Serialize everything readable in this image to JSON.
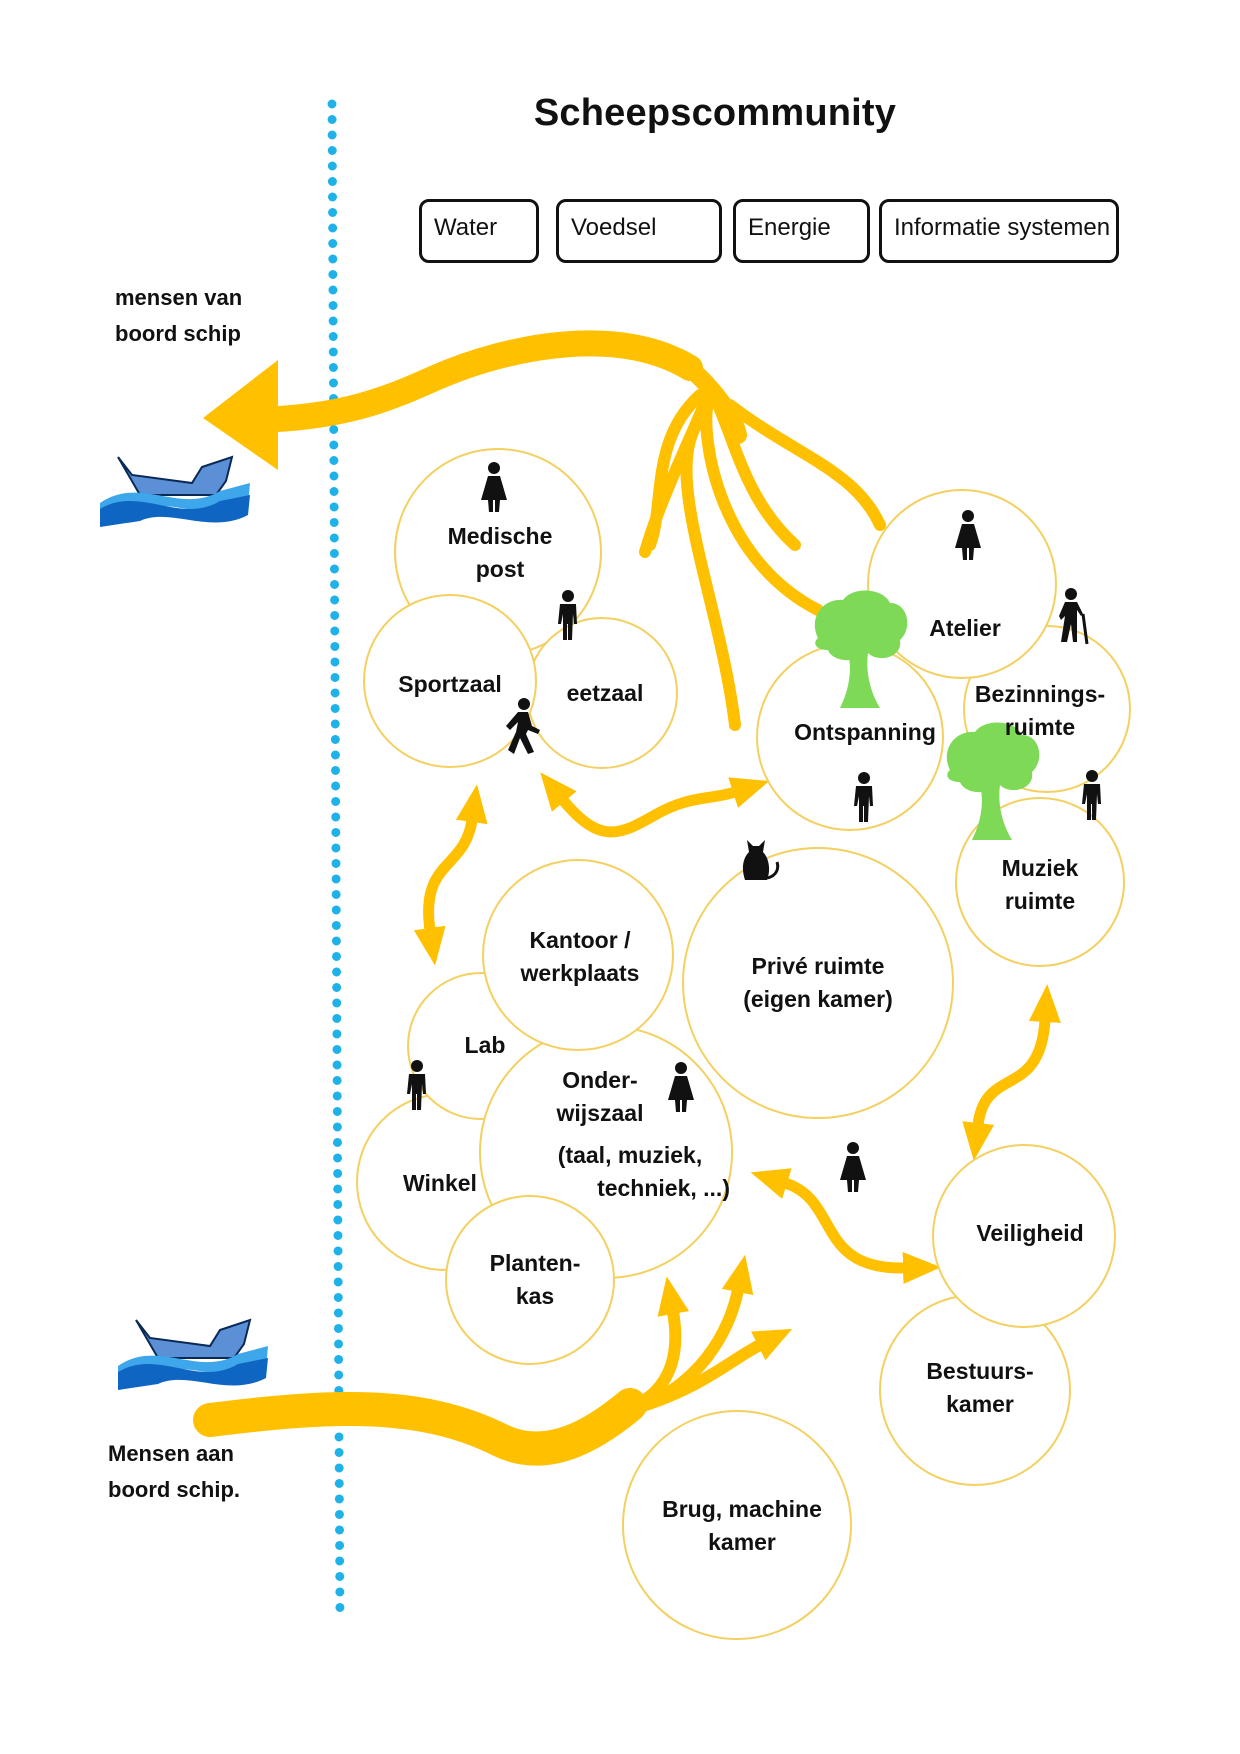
{
  "title": "Scheepscommunity",
  "systems": [
    {
      "label": "Water"
    },
    {
      "label": "Voedsel"
    },
    {
      "label": "Energie"
    },
    {
      "label": "Informatie systemen"
    }
  ],
  "side_labels": {
    "top": {
      "line1": "mensen van",
      "line2": "boord schip"
    },
    "bottom": {
      "line1": "Mensen aan",
      "line2": "boord schip."
    }
  },
  "rooms": {
    "medische_post": {
      "line1": "Medische",
      "line2": "post"
    },
    "sportzaal": {
      "line1": "Sportzaal"
    },
    "eetzaal": {
      "line1": "eetzaal"
    },
    "atelier": {
      "line1": "Atelier"
    },
    "bezinningsruimte": {
      "line1": "Bezinnings-",
      "line2": "ruimte"
    },
    "ontspanning": {
      "line1": "Ontspanning"
    },
    "muziek_ruimte": {
      "line1": "Muziek",
      "line2": "ruimte"
    },
    "kantoor": {
      "line1": "Kantoor /",
      "line2": "werkplaats"
    },
    "prive_ruimte": {
      "line1": "Privé ruimte",
      "line2": "(eigen kamer)"
    },
    "lab": {
      "line1": "Lab"
    },
    "onderwijszaal": {
      "line1": "Onder-",
      "line2": "wijszaal",
      "line3": "(taal, muziek,",
      "line4": "techniek, ...)"
    },
    "winkel": {
      "line1": "Winkel"
    },
    "plantenkas": {
      "line1": "Planten-",
      "line2": "kas"
    },
    "veiligheid": {
      "line1": "Veiligheid"
    },
    "bestuurskamer": {
      "line1": "Bestuurs-",
      "line2": "kamer"
    },
    "brug": {
      "line1": "Brug, machine",
      "line2": "kamer"
    }
  },
  "colors": {
    "flow_arrow": "#ffc000",
    "circle_outline": "#f3d060",
    "boundary_dots": "#1fb2e8",
    "water_dark": "#0f66c2",
    "water_light": "#3ea6ea",
    "boat": "#5b8fd6",
    "tree": "#7ed957",
    "figure": "#111111"
  },
  "icons": [
    "boat-icon",
    "person-icon",
    "walker-icon",
    "elder-icon",
    "cat-icon",
    "tree-icon"
  ]
}
